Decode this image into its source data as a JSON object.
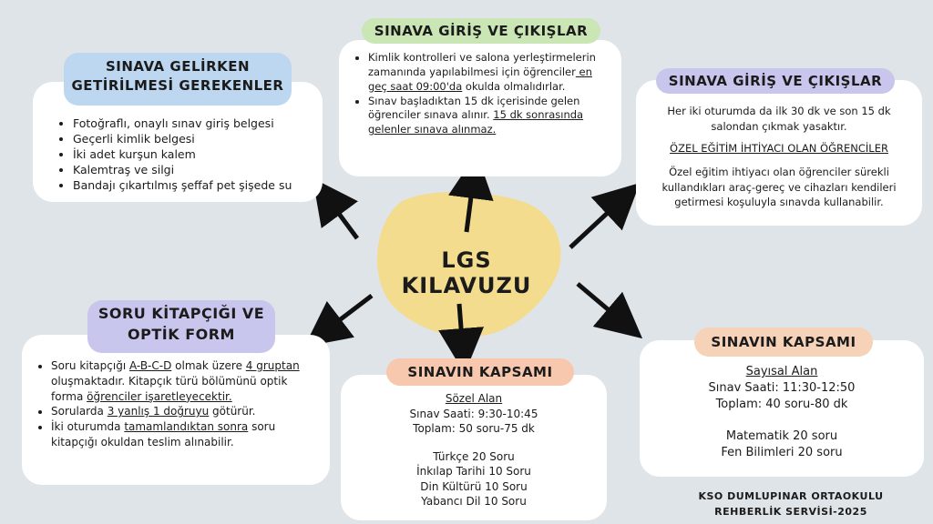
{
  "center": {
    "title": "LGS KILAVUZU"
  },
  "top_card": {
    "label": "SINAVA GİRİŞ VE ÇIKIŞLAR",
    "items": [
      {
        "text1": "Kimlik kontrolleri ve salona yerleştirmelerin zamanında yapılabilmesi için öğrenciler",
        "emph": " en geç saat 09:00'da",
        "text2": " okulda olmalıdırlar."
      },
      {
        "text1": "Sınav başladıktan 15 dk içerisinde gelen öğrenciler sınava alınır. ",
        "emph": "15 dk sonrasında gelenler sınava alınmaz.",
        "text2": ""
      }
    ]
  },
  "left_top_card": {
    "label_line1": "SINAVA GELİRKEN",
    "label_line2": "GETİRİLMESİ GEREKENLER",
    "items": [
      "Fotoğraflı, onaylı sınav giriş belgesi",
      "Geçerli kimlik belgesi",
      "İki adet kurşun kalem",
      "Kalemtraş ve silgi",
      "Bandajı çıkartılmış şeffaf pet şişede su"
    ]
  },
  "right_top_card": {
    "label": "SINAVA GİRİŞ VE ÇIKIŞLAR",
    "text1": "Her iki oturumda da ilk 30 dk ve son 15 dk salondan çıkmak yasaktır.",
    "subheading": "ÖZEL EĞİTİM İHTİYACI OLAN ÖĞRENCİLER",
    "text2": "Özel eğitim ihtiyacı olan öğrenciler sürekli kullandıkları araç-gereç ve cihazları kendileri getirmesi koşuluyla sınavda kullanabilir."
  },
  "left_bottom_card": {
    "label_line1": "SORU KİTAPÇIĞI VE",
    "label_line2": "OPTİK FORM",
    "item1_a": "Soru kitapçığı ",
    "item1_b": "A-B-C-D",
    "item1_c": " olmak üzere ",
    "item1_d": "4 gruptan",
    "item1_e": " oluşmaktadır. Kitapçık türü bölümünü optik forma ",
    "item1_f": "öğrenciler işaretleyecektir.",
    "item2_a": "Sorularda ",
    "item2_b": "3 yanlış 1 doğruyu",
    "item2_c": " götürür.",
    "item3_a": "İki oturumda ",
    "item3_b": "tamamlandıktan sonra",
    "item3_c": " soru kitapçığı okuldan teslim alınabilir."
  },
  "bottom_center_card": {
    "label": "SINAVIN KAPSAMI",
    "heading": "Sözel Alan",
    "time": "Sınav Saati: 9:30-10:45",
    "total": "Toplam: 50 soru-75 dk",
    "subjects": [
      "Türkçe 20 Soru",
      "İnkılap Tarihi 10 Soru",
      "Din Kültürü 10 Soru",
      "Yabancı Dil 10 Soru"
    ]
  },
  "bottom_right_card": {
    "label": "SINAVIN KAPSAMI",
    "heading": "Sayısal Alan",
    "time": "Sınav Saati: 11:30-12:50",
    "total": "Toplam: 40 soru-80 dk",
    "subjects": [
      "Matematik 20 soru",
      "Fen Bilimleri 20 soru"
    ]
  },
  "footer": {
    "line1": "KSO DUMLUPINAR ORTAOKULU",
    "line2": "REHBERLİK SERVİSİ-2025"
  },
  "colors": {
    "background": "#dfe4e8",
    "blob": "#f3dc8e",
    "green_label": "#c9e6b4",
    "blue_label": "#bcd7ef",
    "purple_label": "#c9c6ee",
    "orange_label": "#f7c7ae"
  }
}
